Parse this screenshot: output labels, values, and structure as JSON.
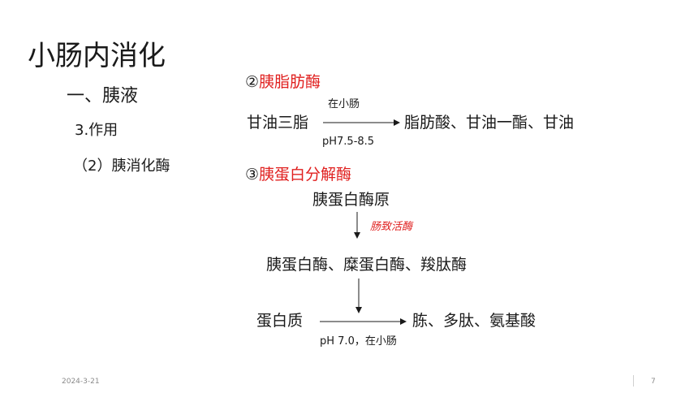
{
  "slide": {
    "title": "小肠内消化",
    "section": "一、胰液",
    "subsection": "3.作用",
    "subsubsection": "（2）胰消化酶"
  },
  "lipase": {
    "marker": "②",
    "name": "胰脂肪酶",
    "substrate": "甘油三脂",
    "condition_top": "在小肠",
    "condition_bottom": "pH7.5-8.5",
    "products": "脂肪酸、甘油一酯、甘油"
  },
  "protease": {
    "marker": "③",
    "name": "胰蛋白分解酶",
    "precursor": "胰蛋白酶原",
    "activator": "肠致活酶",
    "enzymes": "胰蛋白酶、糜蛋白酶、羧肽酶",
    "substrate": "蛋白质",
    "products": "胨、多肽、氨基酸",
    "condition_bottom": "pH 7.0，在小肠"
  },
  "footer": {
    "date": "2024-3-21",
    "page": "7"
  },
  "colors": {
    "accent_red": "#e0201f",
    "text": "#1a1a1a",
    "footer_gray": "#8a8a8a"
  }
}
